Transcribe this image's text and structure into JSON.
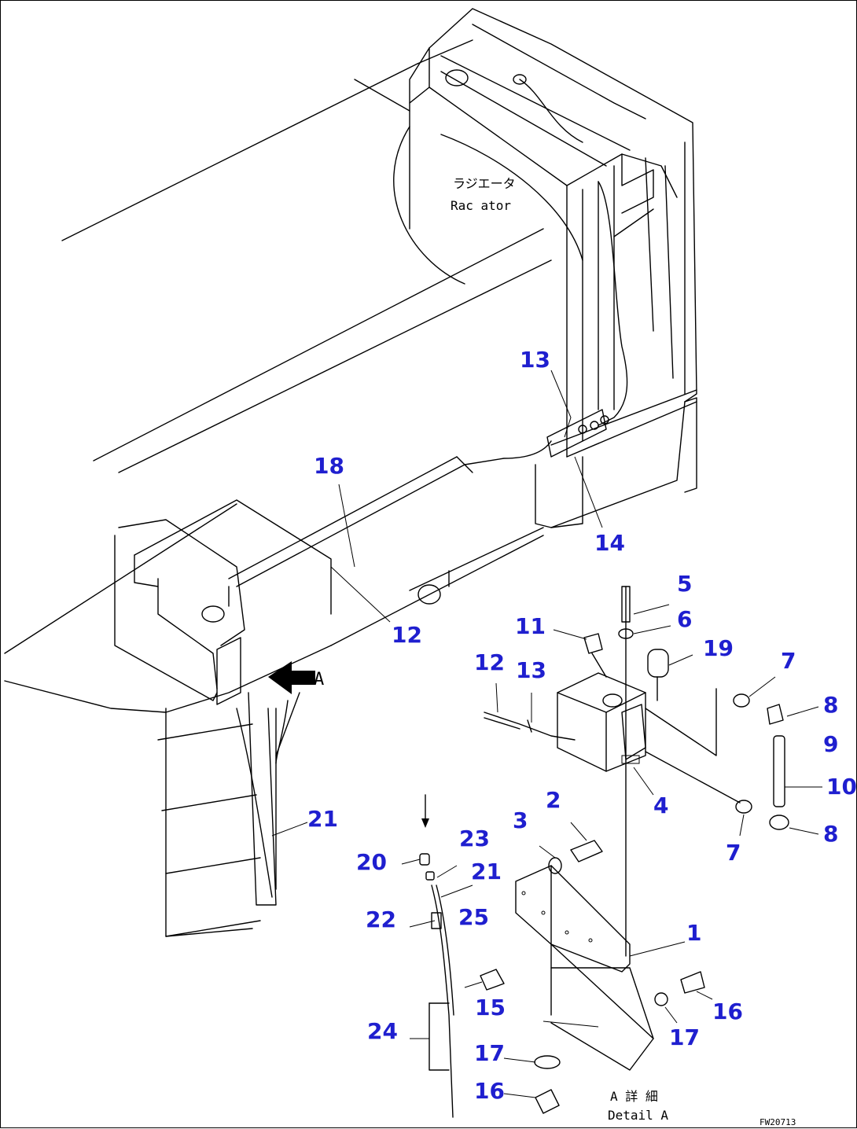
{
  "labels": {
    "radiator_jp": "ラジエータ",
    "radiator_en": "Rac ator",
    "detail_jp": "A 詳 細",
    "detail_en": "Detail A",
    "view_letter": "A",
    "drawing_code": "FW20713"
  },
  "callouts": [
    "13",
    "18",
    "14",
    "12",
    "5",
    "11",
    "6",
    "19",
    "12",
    "13",
    "7",
    "8",
    "9",
    "10",
    "21",
    "4",
    "2",
    "3",
    "23",
    "20",
    "21",
    "8",
    "7",
    "22",
    "25",
    "1",
    "16",
    "24",
    "15",
    "17",
    "17",
    "16"
  ],
  "colors": {
    "callout": "#1f1fcf",
    "line": "#000000",
    "background": "#ffffff"
  }
}
